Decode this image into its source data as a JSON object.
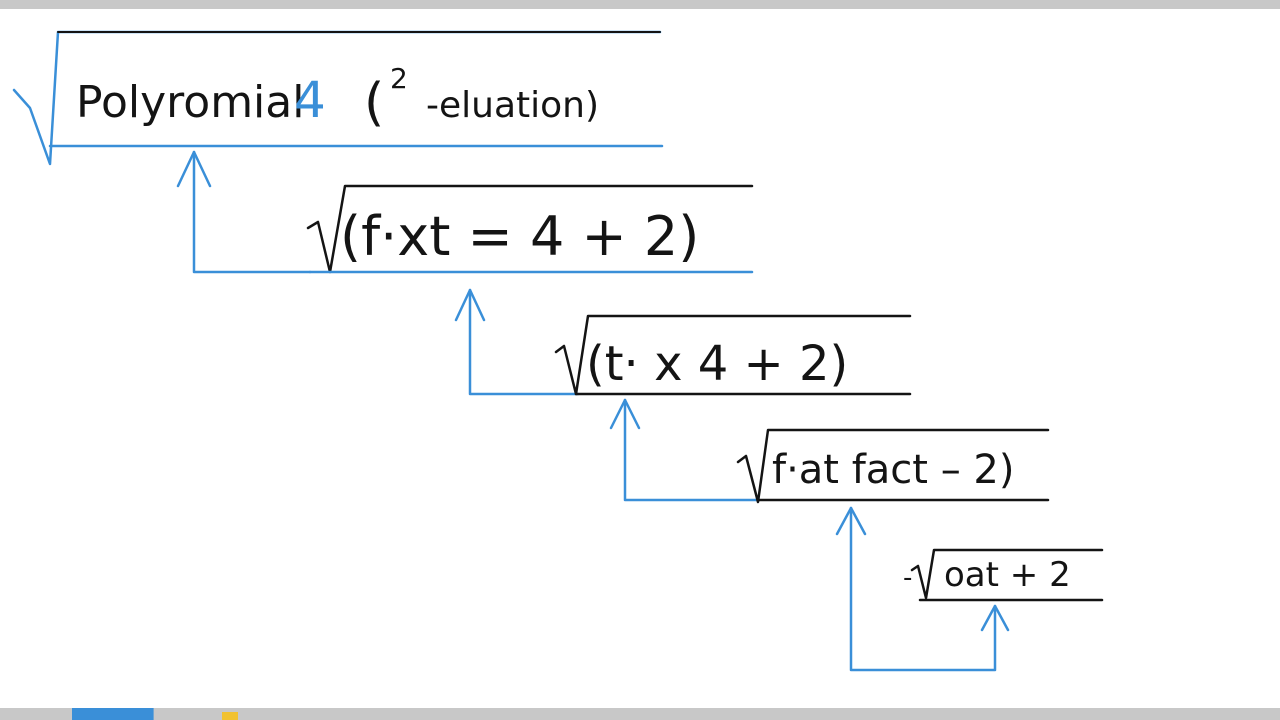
{
  "colors": {
    "ink": "#141414",
    "accent": "#3a8fd8",
    "frame": "#c8c8c8",
    "progress": "#3a8fd8",
    "highlight": "#f2c230"
  },
  "title": {
    "word": "Polyromial",
    "number": "4",
    "open_paren": "(",
    "superscript": "2",
    "tail": "-eluation)"
  },
  "steps": [
    {
      "text": "(f·xt = 4 + 2)"
    },
    {
      "text": "(t· x  4 + 2)"
    },
    {
      "text": "f·at fact – 2)"
    },
    {
      "prefix": "-",
      "text": "oat + 2"
    }
  ],
  "progress_fraction": 0.12
}
